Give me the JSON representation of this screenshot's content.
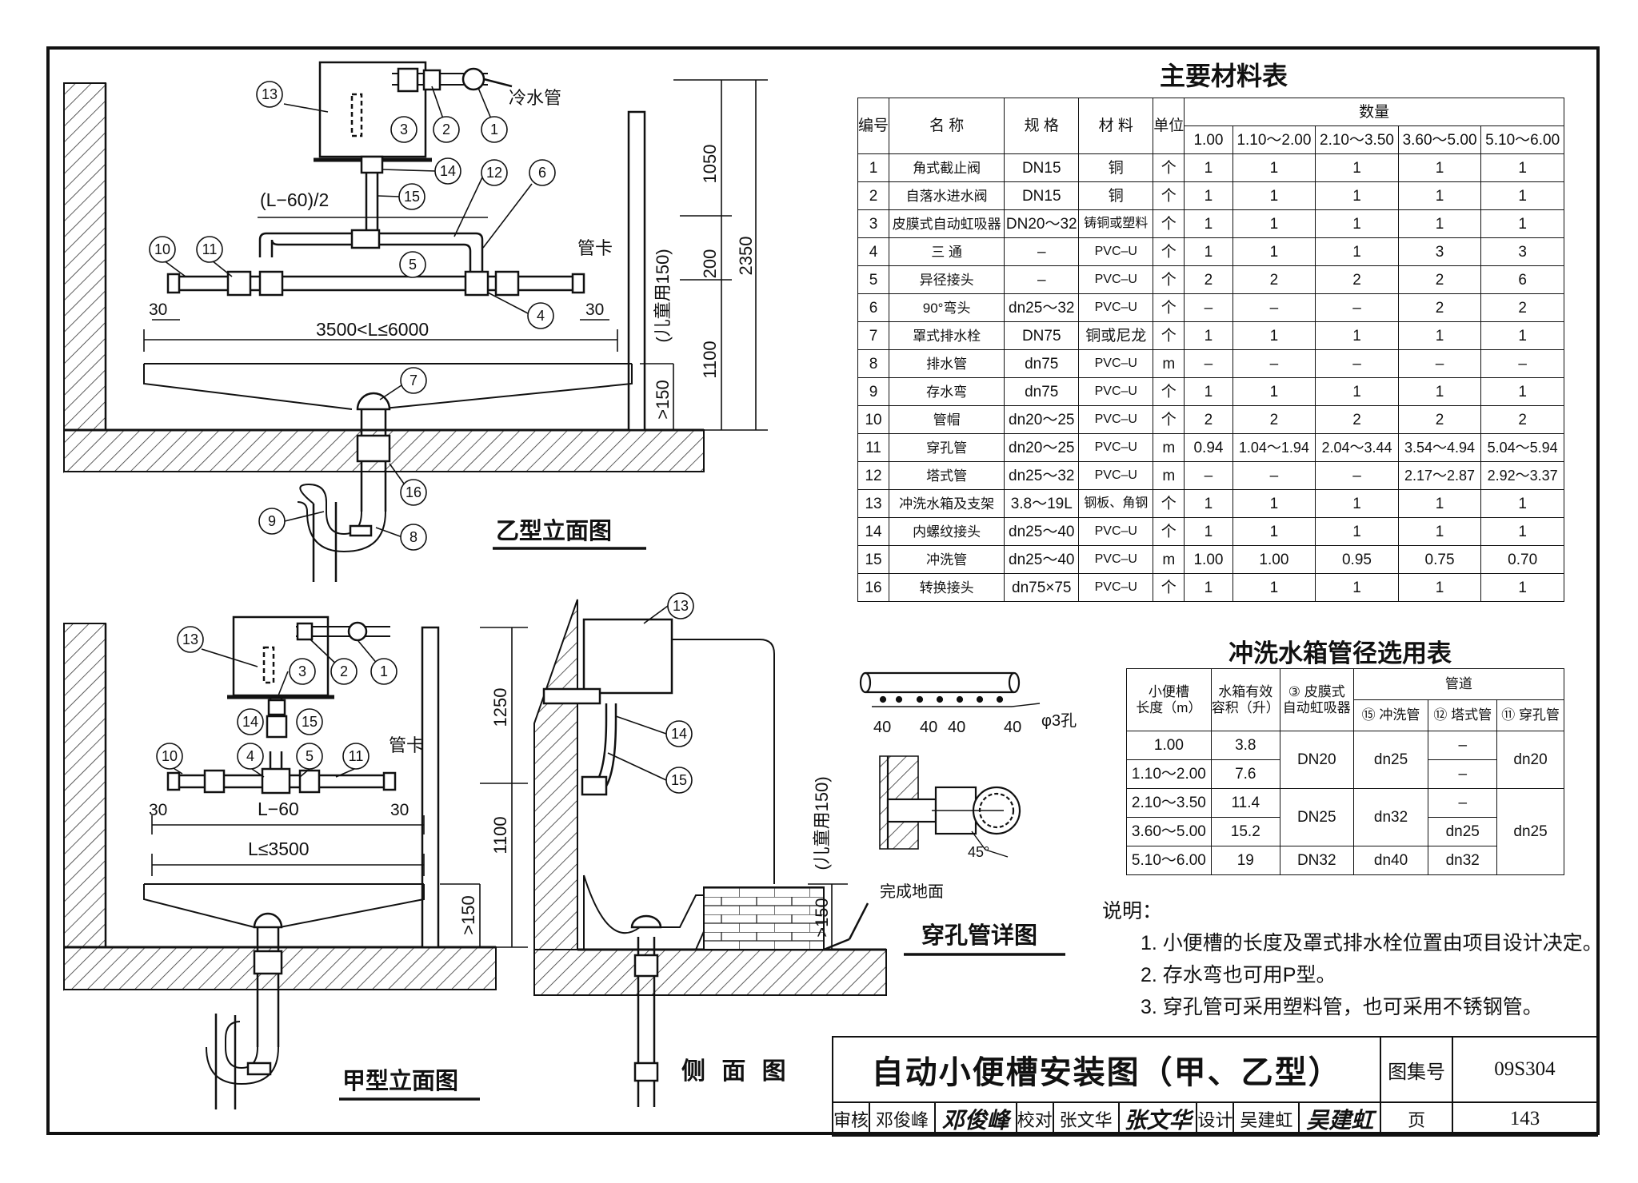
{
  "materials": {
    "title": "主要材料表",
    "headers": {
      "no": "编号",
      "name": "名 称",
      "spec": "规 格",
      "material": "材 料",
      "unit": "单位",
      "qty": "数量"
    },
    "lengths": [
      "1.00",
      "1.10～2.00",
      "2.10～3.50",
      "3.60～5.00",
      "5.10～6.00"
    ],
    "rows": [
      [
        "1",
        "角式截止阀",
        "DN15",
        "铜",
        "个",
        "1",
        "1",
        "1",
        "1",
        "1"
      ],
      [
        "2",
        "自落水进水阀",
        "DN15",
        "铜",
        "个",
        "1",
        "1",
        "1",
        "1",
        "1"
      ],
      [
        "3",
        "皮膜式自动虹吸器",
        "DN20～32",
        "铸铜或塑料",
        "个",
        "1",
        "1",
        "1",
        "1",
        "1"
      ],
      [
        "4",
        "三 通",
        "–",
        "PVC–U",
        "个",
        "1",
        "1",
        "1",
        "3",
        "3"
      ],
      [
        "5",
        "异径接头",
        "–",
        "PVC–U",
        "个",
        "2",
        "2",
        "2",
        "2",
        "6"
      ],
      [
        "6",
        "90°弯头",
        "dn25～32",
        "PVC–U",
        "个",
        "–",
        "–",
        "–",
        "2",
        "2"
      ],
      [
        "7",
        "罩式排水栓",
        "DN75",
        "铜或尼龙",
        "个",
        "1",
        "1",
        "1",
        "1",
        "1"
      ],
      [
        "8",
        "排水管",
        "dn75",
        "PVC–U",
        "m",
        "–",
        "–",
        "–",
        "–",
        "–"
      ],
      [
        "9",
        "存水弯",
        "dn75",
        "PVC–U",
        "个",
        "1",
        "1",
        "1",
        "1",
        "1"
      ],
      [
        "10",
        "管帽",
        "dn20～25",
        "PVC–U",
        "个",
        "2",
        "2",
        "2",
        "2",
        "2"
      ],
      [
        "11",
        "穿孔管",
        "dn20～25",
        "PVC–U",
        "m",
        "0.94",
        "1.04～1.94",
        "2.04～3.44",
        "3.54～4.94",
        "5.04～5.94"
      ],
      [
        "12",
        "塔式管",
        "dn25～32",
        "PVC–U",
        "m",
        "–",
        "–",
        "–",
        "2.17～2.87",
        "2.92～3.37"
      ],
      [
        "13",
        "冲洗水箱及支架",
        "3.8～19L",
        "钢板、角钢",
        "个",
        "1",
        "1",
        "1",
        "1",
        "1"
      ],
      [
        "14",
        "内螺纹接头",
        "dn25～40",
        "PVC–U",
        "个",
        "1",
        "1",
        "1",
        "1",
        "1"
      ],
      [
        "15",
        "冲洗管",
        "dn25～40",
        "PVC–U",
        "m",
        "1.00",
        "1.00",
        "0.95",
        "0.75",
        "0.70"
      ],
      [
        "16",
        "转换接头",
        "dn75×75",
        "PVC–U",
        "个",
        "1",
        "1",
        "1",
        "1",
        "1"
      ]
    ]
  },
  "diameter_table": {
    "title": "冲洗水箱管径选用表",
    "headers": {
      "length_a": "小便槽",
      "length_b": "长度（m）",
      "vol_a": "水箱有效",
      "vol_b": "容积（升）",
      "siphon_a": "③ 皮膜式",
      "siphon_b": "自动虹吸器",
      "pipe": "管道",
      "flush": "⑮ 冲洗管",
      "tower": "⑫ 塔式管",
      "perf": "⑪ 穿孔管"
    },
    "lengths": [
      "1.00",
      "1.10～2.00",
      "2.10～3.50",
      "3.60～5.00",
      "5.10～6.00"
    ],
    "volumes": [
      "3.8",
      "7.6",
      "11.4",
      "15.2",
      "19"
    ],
    "siphon": [
      "DN20",
      "DN25",
      "DN32"
    ],
    "flush": [
      "dn25",
      "dn32",
      "dn40"
    ],
    "tower": [
      "–",
      "–",
      "–",
      "dn25",
      "dn32"
    ],
    "perf": [
      "dn20",
      "dn25"
    ]
  },
  "notes": {
    "heading": "说明：",
    "items": [
      "1. 小便槽的长度及罩式排水栓位置由项目设计决定。",
      "2. 存水弯也可用P型。",
      "3. 穿孔管可采用塑料管，也可采用不锈钢管。"
    ]
  },
  "drawing": {
    "yi_title": "乙型立面图",
    "jia_title": "甲型立面图",
    "side_title": "侧 面 图",
    "detail_title": "穿孔管详图",
    "cold_water": "冷水管",
    "pipe_clip": "管卡",
    "finished_floor": "完成地面",
    "dim_half": "(L−60)/2",
    "dim_l_yi": "3500<L≤6000",
    "dim_l_jia": "L≤3500",
    "dim_l60": "L−60",
    "dim_30": "30",
    "dim_1050": "1050",
    "dim_200": "200",
    "dim_1100": "1100",
    "dim_2350": "2350",
    "dim_1250": "1250",
    "dim_gt150": ">150",
    "child_note": "(儿童用150)",
    "dim_40": "40",
    "hole": "φ3孔",
    "angle": "45°",
    "callouts": [
      "1",
      "2",
      "3",
      "4",
      "5",
      "6",
      "7",
      "8",
      "9",
      "10",
      "11",
      "12",
      "13",
      "14",
      "15",
      "16"
    ]
  },
  "title_block": {
    "title": "自动小便槽安装图（甲、乙型）",
    "atlas_label": "图集号",
    "atlas_no": "09S304",
    "review_label": "审核",
    "reviewer": "邓俊峰",
    "reviewer_sig": "邓俊峰",
    "check_label": "校对",
    "checker": "张文华",
    "checker_sig": "张文华",
    "design_label": "设计",
    "designer": "吴建虹",
    "designer_sig": "吴建虹",
    "page_label": "页",
    "page_no": "143"
  }
}
